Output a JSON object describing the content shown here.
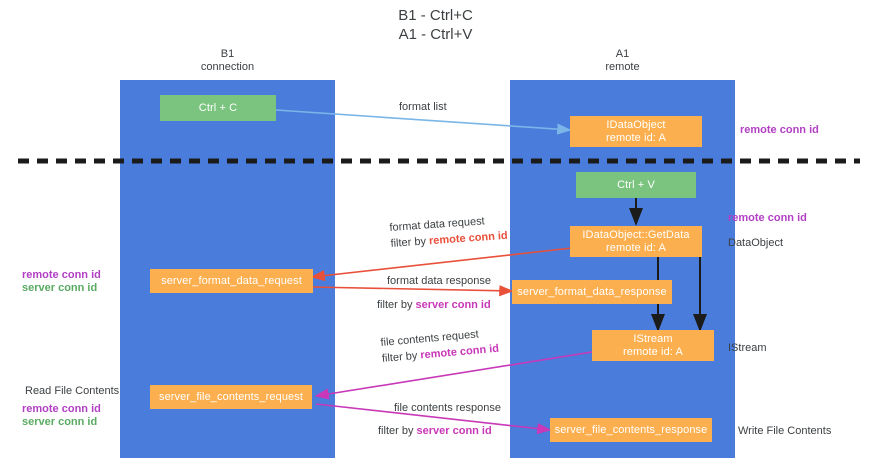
{
  "title": "B1 - Ctrl+C\nA1 - Ctrl+V",
  "columns": [
    {
      "name": "B1",
      "sub": "connection",
      "label": "B1\nconnection"
    },
    {
      "name": "A1",
      "sub": "remote",
      "label": "A1\nremote"
    }
  ],
  "colors": {
    "lane": "#4a7ddb",
    "green_box": "#7bc47f",
    "orange_box": "#fcaf4f",
    "purple": "#b23fc4",
    "magenta": "#c838b8",
    "green_text": "#5aab62",
    "red_arrow": "#e8503a",
    "blue_arrow": "#7ab6e8",
    "divider": "#222222",
    "text": "#3c4043"
  },
  "nodes": {
    "ctrl_c": "Ctrl + C",
    "ctrl_v": "Ctrl + V",
    "idataobject": "IDataObject\nremote id: A",
    "getdata": "IDataObject::GetData\nremote id: A",
    "istream": "IStream\nremote id: A",
    "server_format_data_request": "server_format_data_request",
    "server_format_data_response": "server_format_data_response",
    "server_file_contents_request": "server_file_contents_request",
    "server_file_contents_response": "server_file_contents_response"
  },
  "edges": {
    "format_list": "format list",
    "format_data_request": "format data request",
    "format_data_response": "format data response",
    "file_contents_request": "file contents request",
    "file_contents_response": "file contents response",
    "filter_by": "filter by ",
    "remote_conn_id": "remote conn id",
    "server_conn_id": "server conn id"
  },
  "annotations": {
    "remote_conn_id": "remote conn id",
    "server_conn_id": "server conn id",
    "dataobject": "DataObject",
    "istream": "IStream",
    "read_file_contents": "Read File Contents",
    "write_file_contents": "Write File Contents"
  }
}
